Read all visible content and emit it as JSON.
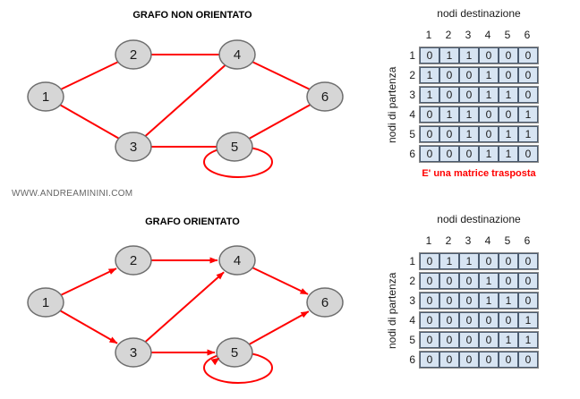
{
  "page": {
    "watermark": "WWW.ANDREAMININI.COM"
  },
  "colors": {
    "edge": "#ff0000",
    "node_fill": "#d6d6d6",
    "node_border": "#6e6e6e",
    "node_text": "#1a1a1a",
    "cell_fill": "#d7e4f2",
    "caption": "#ff0000"
  },
  "sections": [
    {
      "title": "GRAFO NON ORIENTATO",
      "directed": false,
      "graph": {
        "nodes": [
          "1",
          "2",
          "3",
          "4",
          "5",
          "6"
        ],
        "edges": [
          [
            "1",
            "2"
          ],
          [
            "1",
            "3"
          ],
          [
            "2",
            "4"
          ],
          [
            "3",
            "4"
          ],
          [
            "3",
            "5"
          ],
          [
            "4",
            "6"
          ],
          [
            "5",
            "6"
          ],
          [
            "5",
            "5"
          ]
        ]
      },
      "matrix": {
        "dest_label": "nodi destinazione",
        "source_label": "nodi di partenza",
        "cols": [
          "1",
          "2",
          "3",
          "4",
          "5",
          "6"
        ],
        "rows": [
          "1",
          "2",
          "3",
          "4",
          "5",
          "6"
        ],
        "values": [
          [
            0,
            1,
            1,
            0,
            0,
            0
          ],
          [
            1,
            0,
            0,
            1,
            0,
            0
          ],
          [
            1,
            0,
            0,
            1,
            1,
            0
          ],
          [
            0,
            1,
            1,
            0,
            0,
            1
          ],
          [
            0,
            0,
            1,
            0,
            1,
            1
          ],
          [
            0,
            0,
            0,
            1,
            1,
            0
          ]
        ],
        "caption": "E' una matrice trasposta"
      }
    },
    {
      "title": "GRAFO ORIENTATO",
      "directed": true,
      "graph": {
        "nodes": [
          "1",
          "2",
          "3",
          "4",
          "5",
          "6"
        ],
        "edges": [
          [
            "1",
            "2"
          ],
          [
            "1",
            "3"
          ],
          [
            "2",
            "4"
          ],
          [
            "3",
            "4"
          ],
          [
            "3",
            "5"
          ],
          [
            "4",
            "6"
          ],
          [
            "5",
            "6"
          ],
          [
            "5",
            "5"
          ]
        ]
      },
      "matrix": {
        "dest_label": "nodi destinazione",
        "source_label": "nodi di partenza",
        "cols": [
          "1",
          "2",
          "3",
          "4",
          "5",
          "6"
        ],
        "rows": [
          "1",
          "2",
          "3",
          "4",
          "5",
          "6"
        ],
        "values": [
          [
            0,
            1,
            1,
            0,
            0,
            0
          ],
          [
            0,
            0,
            0,
            1,
            0,
            0
          ],
          [
            0,
            0,
            0,
            1,
            1,
            0
          ],
          [
            0,
            0,
            0,
            0,
            0,
            1
          ],
          [
            0,
            0,
            0,
            0,
            1,
            1
          ],
          [
            0,
            0,
            0,
            0,
            0,
            0
          ]
        ],
        "caption": ""
      }
    }
  ]
}
